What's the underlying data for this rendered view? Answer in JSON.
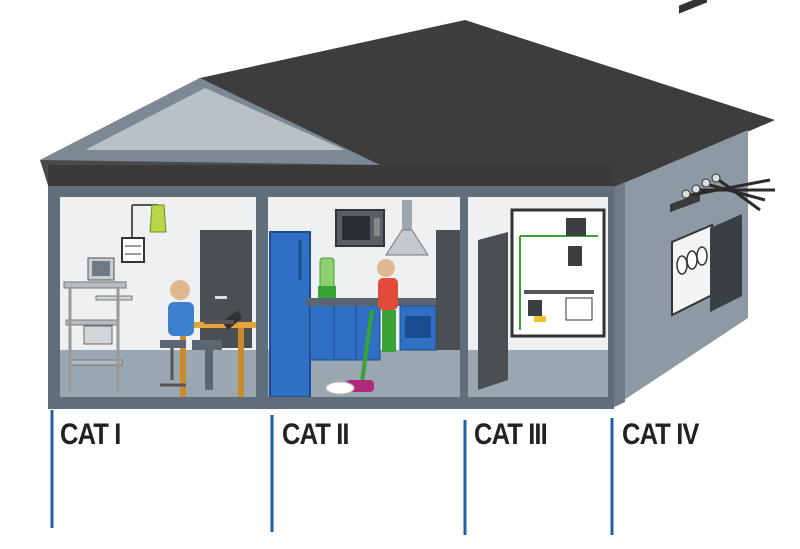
{
  "categories": [
    {
      "id": "cat-1",
      "label": "CAT I",
      "zone": "office / computer room"
    },
    {
      "id": "cat-2",
      "label": "CAT II",
      "zone": "kitchen / appliance outlets"
    },
    {
      "id": "cat-3",
      "label": "CAT III",
      "zone": "distribution panel"
    },
    {
      "id": "cat-4",
      "label": "CAT IV",
      "zone": "service entrance / meter"
    }
  ],
  "colors": {
    "roof": "#3d3d3d",
    "wall_exterior": "#8d9aa5",
    "wall_frame": "#5f6e7a",
    "room_wall": "#eef0f1",
    "floor": "#9aa7b1",
    "divider_line": "#1f5fa8",
    "label_text": "#222222",
    "fridge": "#2f6fc4",
    "green_accent": "#3aa336"
  },
  "icons": [
    "lamp-icon",
    "computer-icon",
    "laptop-icon",
    "microwave-icon",
    "range-hood-icon",
    "refrigerator-icon",
    "vacuum-icon",
    "distribution-panel-icon",
    "electric-meter-icon",
    "power-line-icon"
  ]
}
